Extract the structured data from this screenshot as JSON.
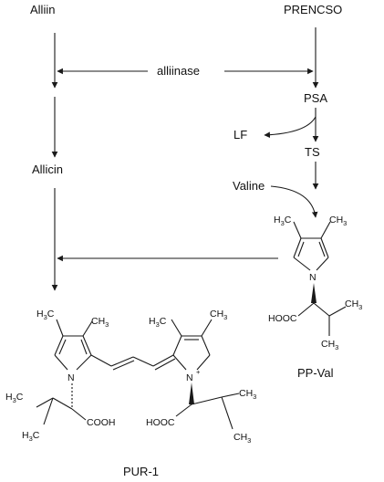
{
  "labels": {
    "alliin": "Alliin",
    "prencso": "PRENCSO",
    "alliinase": "alliinase",
    "psa": "PSA",
    "lf": "LF",
    "ts": "TS",
    "allicin": "Allicin",
    "valine": "Valine",
    "pp_val": "PP-Val",
    "pur_1": "PUR-1"
  },
  "atoms": {
    "n": "N",
    "n_plus": "+",
    "cooh": "COOH",
    "hooc": "HOOC",
    "ch3_c": "CH",
    "h3c_h": "H",
    "h3c_c": "C",
    "three": "3"
  }
}
